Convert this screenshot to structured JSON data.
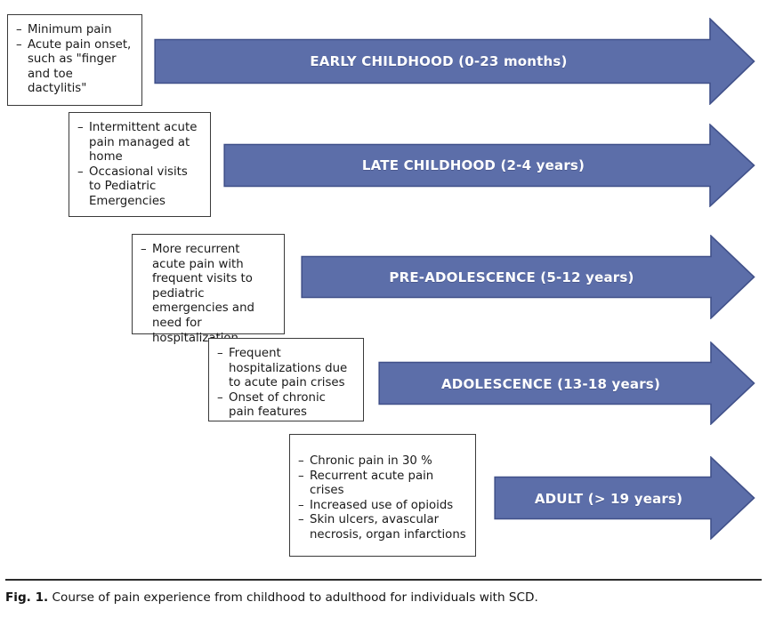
{
  "figure": {
    "caption_label": "Fig. 1.",
    "caption_text": "Course of pain experience from childhood to adulthood for individuals with SCD.",
    "arrow_color": "#5c6ea9",
    "arrow_border_color": "#41518a",
    "box_border_color": "#3a3a3a",
    "label_text_color": "#ffffff"
  },
  "stages": [
    {
      "id": "early-childhood",
      "arrow_label": "EARLY CHILDHOOD (0-23 months)",
      "bullets": [
        "Minimum pain",
        "Acute pain onset, such as \"finger and toe dactylitis\""
      ]
    },
    {
      "id": "late-childhood",
      "arrow_label": "LATE CHILDHOOD (2-4 years)",
      "bullets": [
        "Intermittent acute pain managed at home",
        "Occasional visits to Pediatric Emergencies"
      ]
    },
    {
      "id": "pre-adolescence",
      "arrow_label": "PRE-ADOLESCENCE (5-12 years)",
      "bullets": [
        "More recurrent acute pain with frequent visits to pediatric emergencies and need for hospitalization"
      ]
    },
    {
      "id": "adolescence",
      "arrow_label": "ADOLESCENCE (13-18 years)",
      "bullets": [
        "Frequent hospitalizations due to acute pain crises",
        "Onset of chronic pain features"
      ]
    },
    {
      "id": "adult",
      "arrow_label": "ADULT (> 19 years)",
      "bullets": [
        "Chronic pain in 30 %",
        "Recurrent acute pain crises",
        "Increased use of opioids",
        "Skin ulcers, avascular necrosis, organ infarctions"
      ]
    }
  ]
}
